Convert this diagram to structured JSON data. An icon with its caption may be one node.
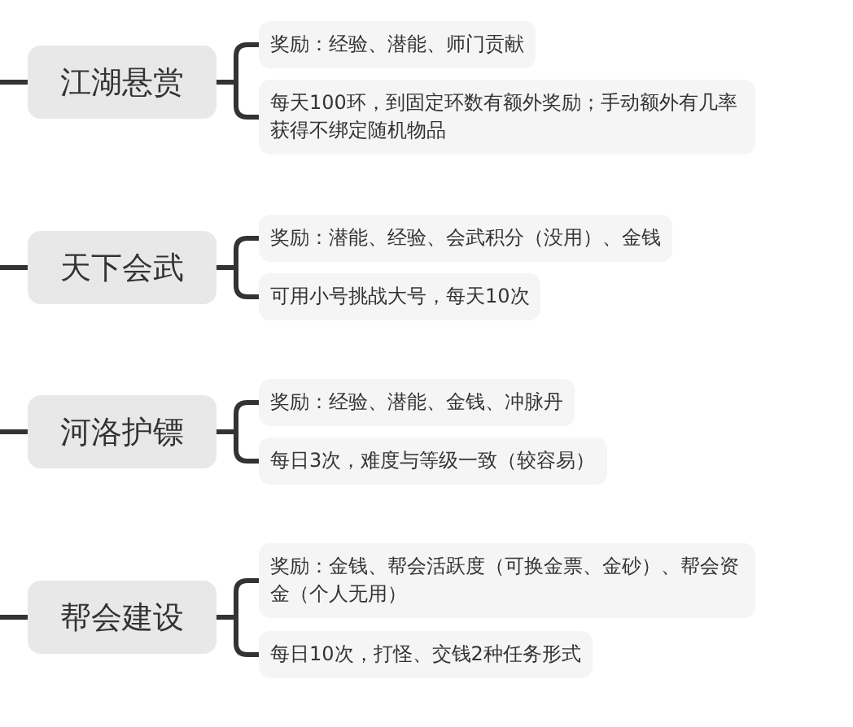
{
  "diagram": {
    "nodes": [
      {
        "text": [
          "江湖悬赏"
        ]
      },
      {
        "text": [
          "奖励：经验、潜能、师门贡献"
        ]
      },
      {
        "text": [
          "每天100环，到固定环数有额外奖励；手动额外有几率获得不绑定随机物品"
        ]
      },
      {
        "text": [
          "天下会武"
        ]
      },
      {
        "text": [
          "奖励：潜能、经验、会武积分（没用）、金钱"
        ]
      },
      {
        "text": [
          "可用小号挑战大号，每天10次"
        ]
      },
      {
        "text": [
          "河洛护镖"
        ]
      },
      {
        "text": [
          "奖励：经验、潜能、金钱、冲脉丹"
        ]
      },
      {
        "text": [
          "每日3次，难度与等级一致（较容易）"
        ]
      },
      {
        "text": [
          "帮会建设"
        ]
      },
      {
        "text": [
          "奖励：金钱、帮会活跃度（可换金票、金砂）、帮会资金（个人无用）"
        ]
      },
      {
        "text": [
          "每日10次，打怪、交钱2种任务形式"
        ]
      }
    ],
    "edges": [
      {
        "from": null,
        "to": 0,
        "arrow": "none"
      },
      {
        "from": 0,
        "to": 1,
        "arrow": "none"
      },
      {
        "from": 0,
        "to": 2,
        "arrow": "none"
      },
      {
        "from": null,
        "to": 3,
        "arrow": "none"
      },
      {
        "from": 3,
        "to": 4,
        "arrow": "none"
      },
      {
        "from": 3,
        "to": 5,
        "arrow": "none"
      },
      {
        "from": null,
        "to": 6,
        "arrow": "none"
      },
      {
        "from": 6,
        "to": 7,
        "arrow": "none"
      },
      {
        "from": 6,
        "to": 8,
        "arrow": "none"
      },
      {
        "from": null,
        "to": 9,
        "arrow": "none"
      },
      {
        "from": 9,
        "to": 10,
        "arrow": "none"
      },
      {
        "from": 9,
        "to": 11,
        "arrow": "none"
      }
    ]
  }
}
